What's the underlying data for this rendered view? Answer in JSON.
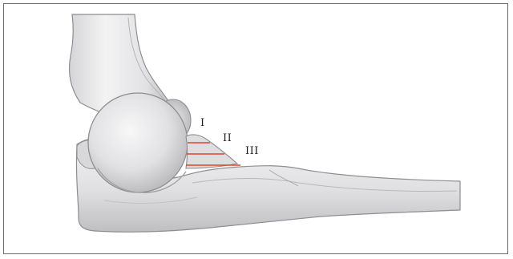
{
  "figure": {
    "grade_labels": [
      "I",
      "II",
      "III"
    ],
    "colors": {
      "bone_fill": "#e9e9ea",
      "bone_shadow": "#c6c6c8",
      "bone_outline": "#8e8e92",
      "grade_line": "#d9472b"
    }
  }
}
